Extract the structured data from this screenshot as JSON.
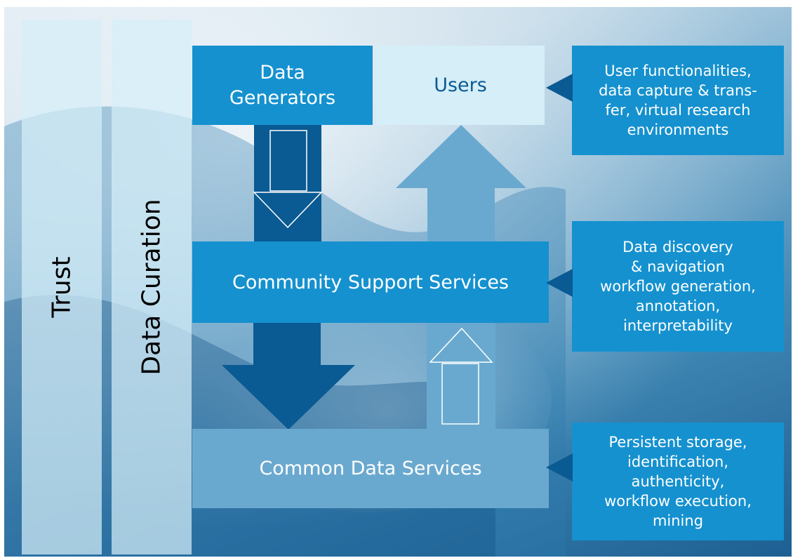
{
  "colors": {
    "dark_blue": "#0a5a93",
    "mid_blue": "#1591cf",
    "light_blue": "#d6eef8",
    "steel_blue": "#6aa9cf",
    "info_blue": "#1591cf"
  },
  "left_bars": {
    "trust": "Trust",
    "data_curation": "Data Curation"
  },
  "boxes": {
    "data_generators_line1": "Data",
    "data_generators_line2": "Generators",
    "users": "Users",
    "community_support": "Community Support Services",
    "common_data": "Common Data Services"
  },
  "info_boxes": {
    "users_info": [
      "User functionalities,",
      "data capture & trans-",
      "fer, virtual research",
      "environments"
    ],
    "community_info": [
      "Data discovery",
      "& navigation",
      "workflow generation,",
      "annotation,",
      "interpretability"
    ],
    "common_info": [
      "Persistent storage,",
      "identification,",
      "authenticity,",
      "workflow execution,",
      "mining"
    ]
  }
}
